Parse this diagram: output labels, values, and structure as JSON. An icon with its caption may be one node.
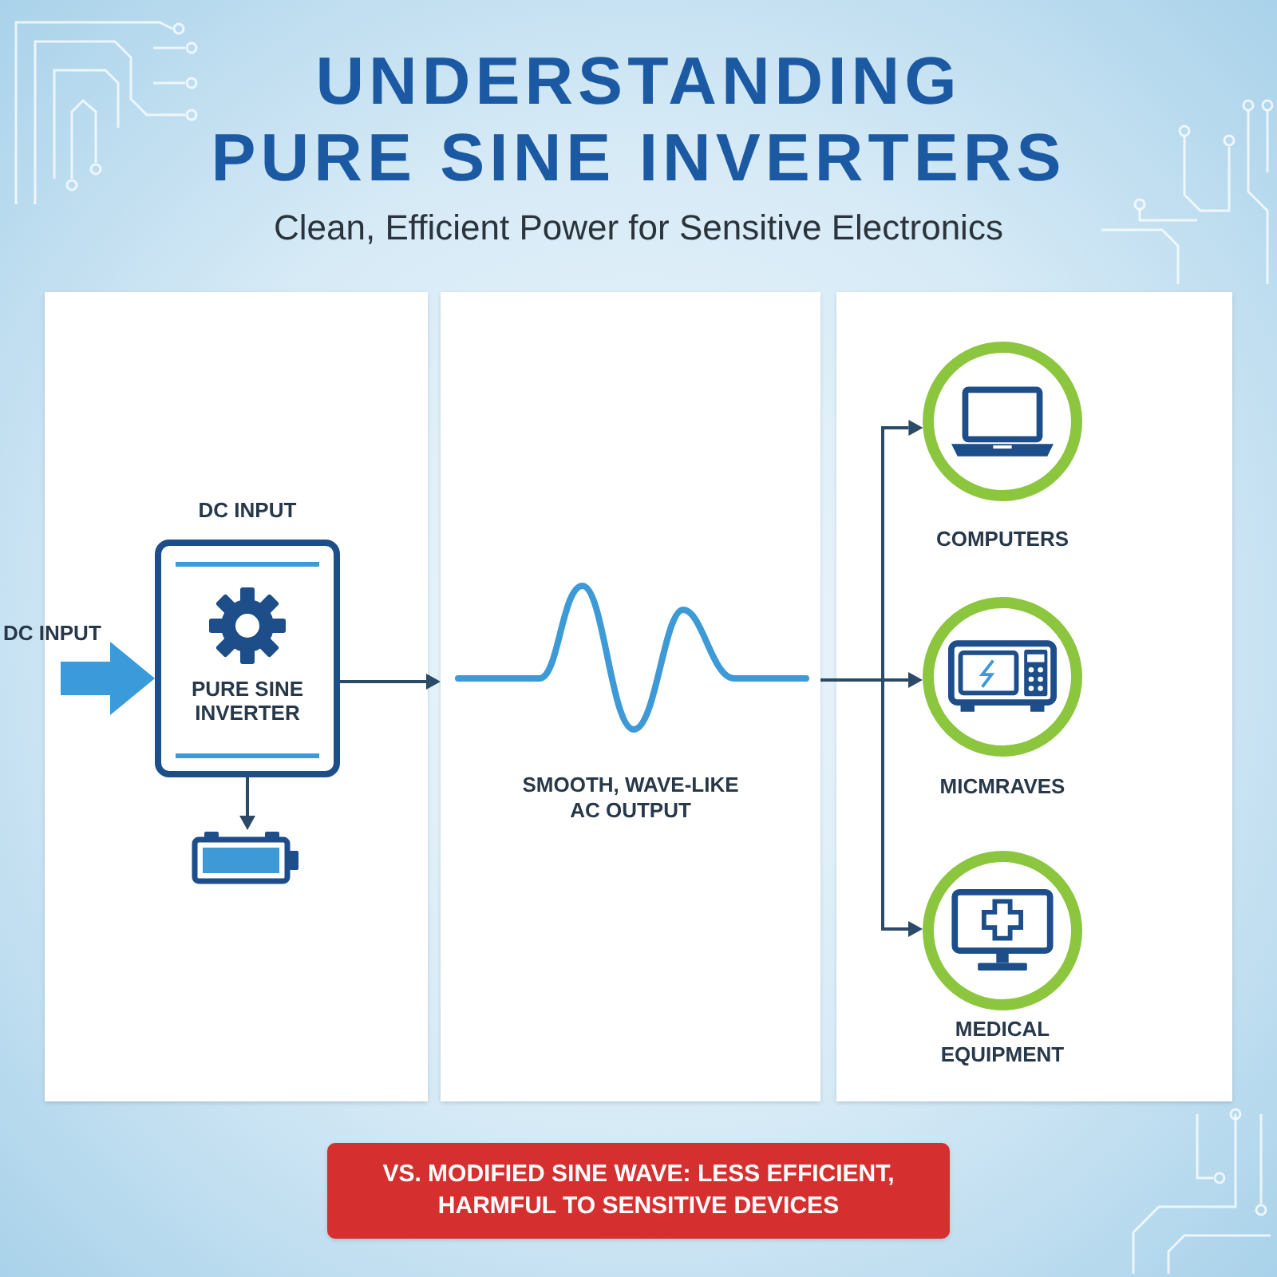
{
  "diagram": {
    "title": "UNDERSTANDING PURE SINE INVERTERS",
    "nodes": [
      {
        "text": [],
        "shape": "box"
      },
      {
        "text": [
          "DC INPUT",
          "PURE SINE INVERTER"
        ],
        "in": 0
      },
      {
        "text": [],
        "shape": "picture",
        "in": 0
      },
      {
        "text": [
          "SMOOTH, WAVE-LIKE AC OUTPUT"
        ]
      },
      {
        "text": [],
        "shape": "box"
      },
      {
        "text": [],
        "shape": "circle",
        "in": 4,
        "beside": [
          "COMPUTERS"
        ]
      },
      {
        "text": [],
        "shape": "circle",
        "in": 4,
        "beside": [
          "MICMRAVES"
        ]
      },
      {
        "text": [],
        "shape": "circle",
        "in": 4,
        "beside": [
          "MEDICAL EQUIPMENT"
        ]
      },
      {
        "text": [
          "VS. MODIFIED SINE WAVE: LESS EFFICIENT, HARMFUL TO SENSITIVE DEVICES"
        ]
      }
    ],
    "edges": [
      {
        "from": null,
        "to": 1,
        "arrow": "to",
        "label": "DC INPUT",
        "style": "thick",
        "color": "#3b9ad9"
      },
      {
        "from": 1,
        "to": 2,
        "arrow": "to"
      },
      {
        "from": 1,
        "to": 3,
        "arrow": "to"
      },
      {
        "from": 3,
        "to": 5,
        "arrow": "to"
      },
      {
        "from": 3,
        "to": 6,
        "arrow": "to"
      },
      {
        "from": 3,
        "to": 7,
        "arrow": "to"
      }
    ],
    "labels": [
      "Clean, Efficient Power for Sensitive Electronics"
    ]
  }
}
